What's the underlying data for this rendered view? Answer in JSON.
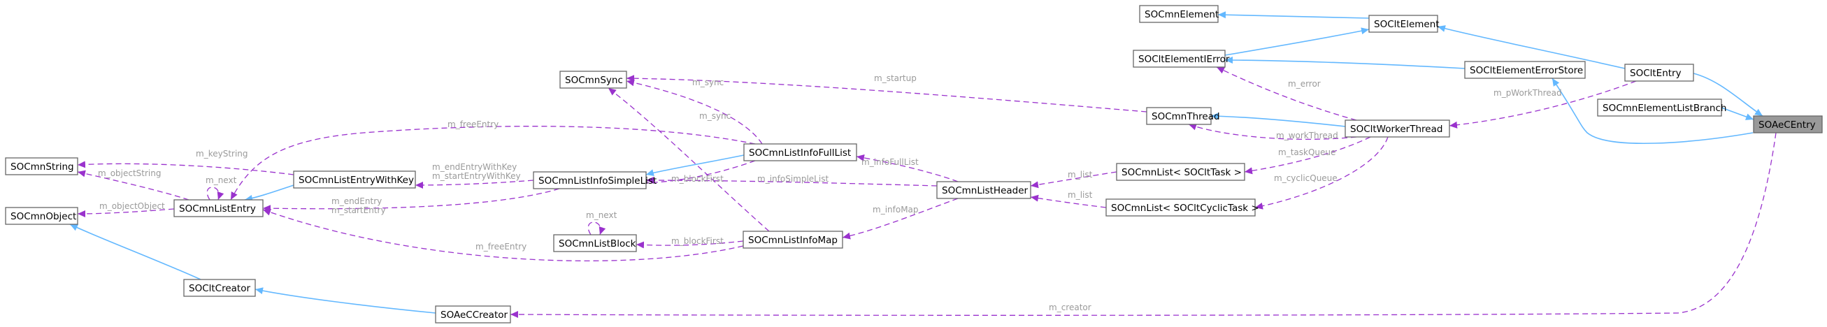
{
  "nodes": [
    {
      "id": "SOAeCEntry",
      "label": "SOAeCEntry",
      "focus": true
    },
    {
      "id": "SOCltEntry",
      "label": "SOCltEntry"
    },
    {
      "id": "SOCmnElementListBranch",
      "label": "SOCmnElementListBranch"
    },
    {
      "id": "SOCltElement",
      "label": "SOCltElement"
    },
    {
      "id": "SOCltElementErrorStore",
      "label": "SOCltElementErrorStore"
    },
    {
      "id": "SOCmnElement",
      "label": "SOCmnElement"
    },
    {
      "id": "SOCltElementIError",
      "label": "SOCltElementIError"
    },
    {
      "id": "SOCltWorkerThread",
      "label": "SOCltWorkerThread"
    },
    {
      "id": "SOCmnThread",
      "label": "SOCmnThread"
    },
    {
      "id": "SOCmnSync",
      "label": "SOCmnSync"
    },
    {
      "id": "SOCmnListTask",
      "label": "SOCmnList< SOCltTask >"
    },
    {
      "id": "SOCmnListCyclic",
      "label": "SOCmnList< SOCltCyclicTask >"
    },
    {
      "id": "SOCmnListHeader",
      "label": "SOCmnListHeader"
    },
    {
      "id": "SOCmnListInfoFullList",
      "label": "SOCmnListInfoFullList"
    },
    {
      "id": "SOCmnListInfoSimpleList",
      "label": "SOCmnListInfoSimpleList"
    },
    {
      "id": "SOCmnListBlock",
      "label": "SOCmnListBlock"
    },
    {
      "id": "SOCmnListInfoMap",
      "label": "SOCmnListInfoMap"
    },
    {
      "id": "SOCmnListEntryWithKey",
      "label": "SOCmnListEntryWithKey"
    },
    {
      "id": "SOCmnListEntry",
      "label": "SOCmnListEntry"
    },
    {
      "id": "SOCmnString",
      "label": "SOCmnString"
    },
    {
      "id": "SOCmnObject",
      "label": "SOCmnObject"
    },
    {
      "id": "SOCltCreator",
      "label": "SOCltCreator"
    },
    {
      "id": "SOAeCCreator",
      "label": "SOAeCCreator"
    }
  ],
  "inheritance": [
    {
      "from": "SOCltEntry",
      "to": "SOAeCEntry"
    },
    {
      "from": "SOCmnElementListBranch",
      "to": "SOAeCEntry"
    },
    {
      "from": "SOCltElementErrorStore",
      "to": "SOAeCEntry"
    },
    {
      "from": "SOCltElement",
      "to": "SOCltEntry"
    },
    {
      "from": "SOCmnElement",
      "to": "SOCltElement"
    },
    {
      "from": "SOCltElementIError",
      "to": "SOCltElement"
    },
    {
      "from": "SOCltElementIError",
      "to": "SOCltElementErrorStore"
    },
    {
      "from": "SOCmnThread",
      "to": "SOCltWorkerThread"
    },
    {
      "from": "SOCmnListInfoSimpleList",
      "to": "SOCmnListInfoFullList"
    },
    {
      "from": "SOCmnListEntry",
      "to": "SOCmnListEntryWithKey"
    },
    {
      "from": "SOCmnObject",
      "to": "SOCltCreator"
    },
    {
      "from": "SOCltCreator",
      "to": "SOAeCCreator"
    }
  ],
  "members": [
    {
      "id": "pWorkThread",
      "label": "m_pWorkThread"
    },
    {
      "id": "error",
      "label": "m_error"
    },
    {
      "id": "startup",
      "label": "m_startup"
    },
    {
      "id": "workThread",
      "label": "m_workThread"
    },
    {
      "id": "taskQueue",
      "label": "m_taskQueue"
    },
    {
      "id": "cyclicQueue",
      "label": "m_cyclicQueue"
    },
    {
      "id": "list1",
      "label": "m_list"
    },
    {
      "id": "list2",
      "label": "m_list"
    },
    {
      "id": "infoFullList",
      "label": "m_infoFullList"
    },
    {
      "id": "infoSimpleList",
      "label": "m_infoSimpleList"
    },
    {
      "id": "infoMap",
      "label": "m_infoMap"
    },
    {
      "id": "blockFirst1",
      "label": "m_blockFirst"
    },
    {
      "id": "blockFirst2",
      "label": "m_blockFirst"
    },
    {
      "id": "sync1",
      "label": "m_sync"
    },
    {
      "id": "sync2",
      "label": "m_sync"
    },
    {
      "id": "next1",
      "label": "m_next"
    },
    {
      "id": "next2",
      "label": "m_next"
    },
    {
      "id": "freeEntry1",
      "label": "m_freeEntry"
    },
    {
      "id": "freeEntry2",
      "label": "m_freeEntry"
    },
    {
      "id": "keyString",
      "label": "m_keyString"
    },
    {
      "id": "objectString",
      "label": "m_objectString"
    },
    {
      "id": "objectObject",
      "label": "m_objectObject"
    },
    {
      "id": "entryWithKey",
      "label": "m_endEntryWithKey\nm_startEntryWithKey"
    },
    {
      "id": "endStart",
      "label": "m_endEntry\nm_startEntry"
    },
    {
      "id": "creator",
      "label": "m_creator"
    }
  ],
  "colors": {
    "inheritance": "#63b8ff",
    "member": "#9a32cd",
    "focus_fill": "#999999",
    "node_border": "#666666",
    "edge_label": "#9a9a9a"
  }
}
